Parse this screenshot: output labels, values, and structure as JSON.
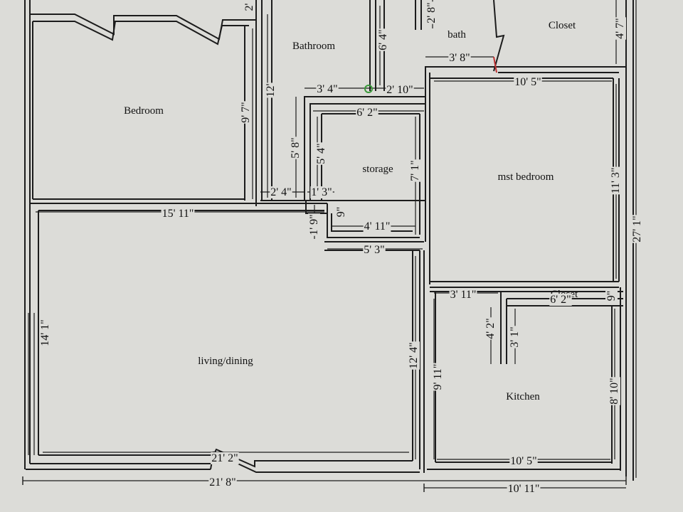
{
  "rooms": {
    "bedroom": "Bedroom",
    "bathroom": "Bathroom",
    "bath": "bath",
    "closet_top": "Closet",
    "storage": "storage",
    "master": "mst bedroom",
    "living": "living/dining",
    "closet_kitchen": "Closet",
    "kitchen": "Kitchen"
  },
  "dims": {
    "d01": "2'",
    "d02": "9' 7\"",
    "d03": "12'",
    "d04": "6' 4\"",
    "d05": "2' 8\"",
    "d06": "3' 8\"",
    "d07": "4' 7\"",
    "d08": "3' 4\"",
    "d09": "2' 10\"",
    "d10": "10' 5\"",
    "d11": "6' 2\"",
    "d12": "5' 8\"",
    "d13": "5' 4\"",
    "d14": "7' 1\"",
    "d15": "11' 3\"",
    "d16": "2' 4\"",
    "d17": "1' 3\"",
    "d18": "15' 11\"",
    "d19": "9\"",
    "d20": "1' 9\"",
    "d21": "4' 11\"",
    "d22": "5' 3\"",
    "d23": "27' 1\"",
    "d24": "3' 11\"",
    "d25": "6' 2\"",
    "d26": "9\"",
    "d27": "4' 2\"",
    "d28": "3' 1\"",
    "d29": "14' 1\"",
    "d30": "12' 4\"",
    "d31": "9' 11\"",
    "d32": "8' 10\"",
    "d33": "21' 2\"",
    "d34": "10' 5\"",
    "d35": "21' 8\"",
    "d36": "10' 11\""
  }
}
